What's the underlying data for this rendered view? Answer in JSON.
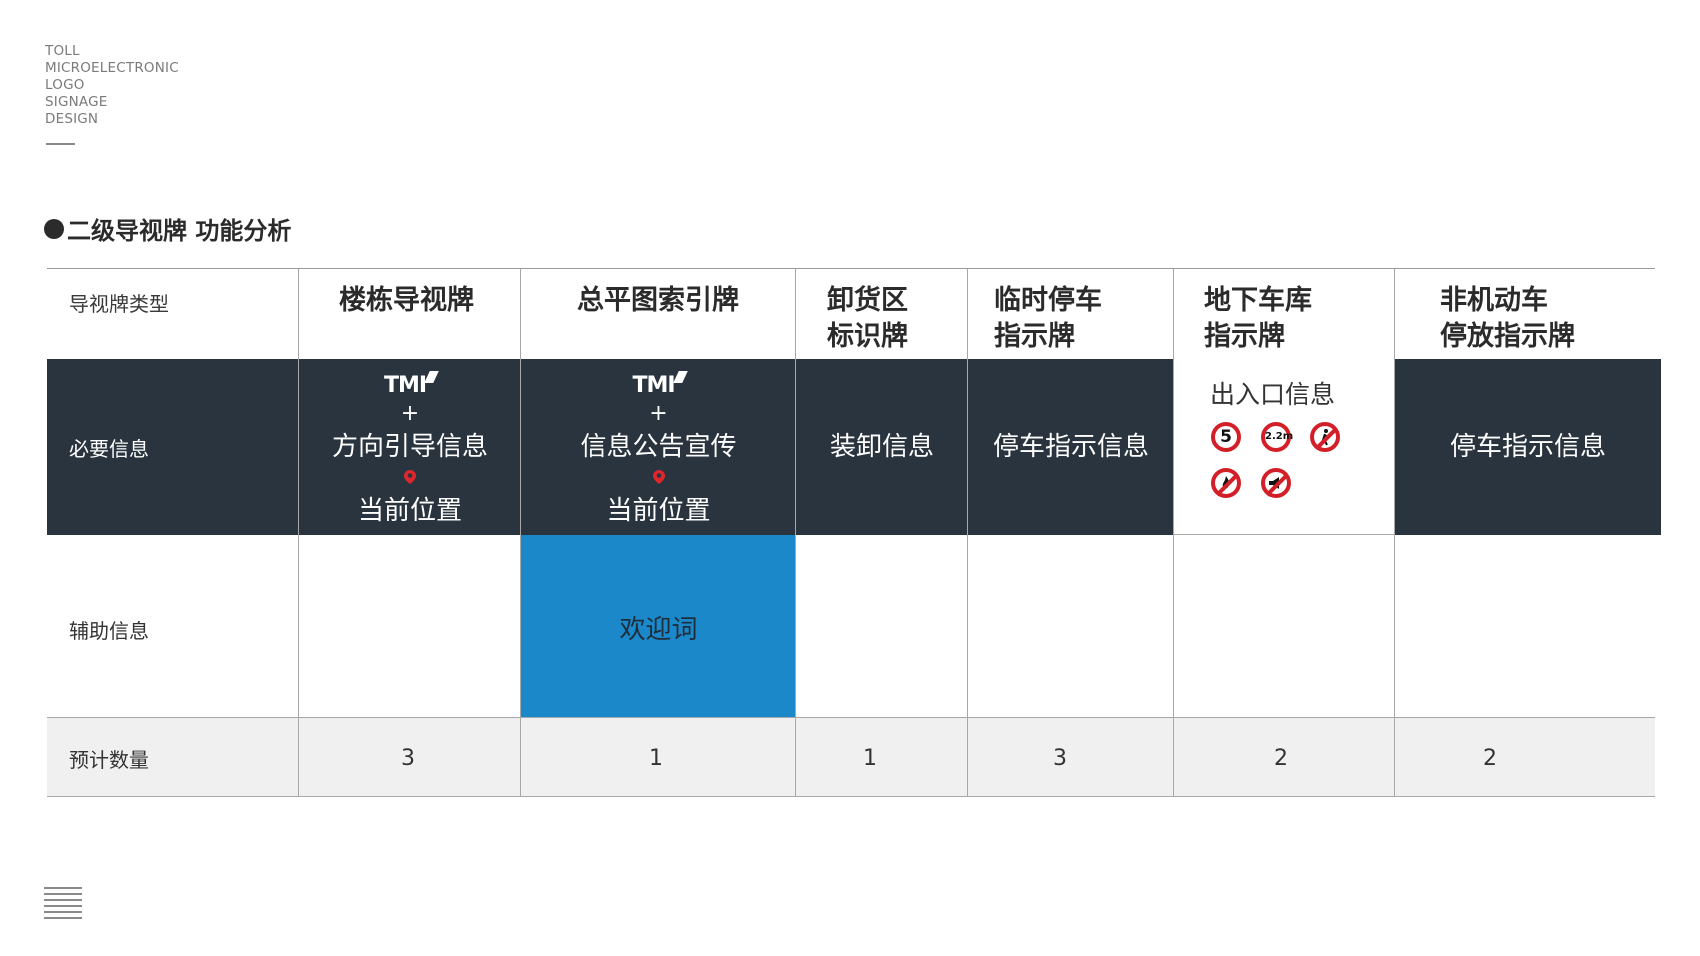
{
  "brand": {
    "lines": [
      "TOLL",
      "MICROELECTRONIC",
      "LOGO",
      "SIGNAGE",
      "DESIGN"
    ]
  },
  "section": {
    "title": "二级导视牌 功能分析"
  },
  "table": {
    "row_header_label": "导视牌类型",
    "columns": [
      {
        "title_lines": [
          "楼栋导视牌"
        ]
      },
      {
        "title_lines": [
          "总平图索引牌"
        ]
      },
      {
        "title_lines": [
          "卸货区",
          "标识牌"
        ]
      },
      {
        "title_lines": [
          "临时停车",
          "指示牌"
        ]
      },
      {
        "title_lines": [
          "地下车库",
          "指示牌"
        ]
      },
      {
        "title_lines": [
          "非机动车",
          "停放指示牌"
        ]
      }
    ],
    "required": {
      "label": "必要信息",
      "c1": {
        "logo": "TMI",
        "plus": "+",
        "line1": "方向引导信息",
        "line2": "当前位置"
      },
      "c2": {
        "logo": "TMI",
        "plus": "+",
        "line1": "信息公告宣传",
        "line2": "当前位置"
      },
      "c3": "装卸信息",
      "c4": "停车指示信息",
      "c5": {
        "title": "出入口信息",
        "signs": [
          "5",
          "2.2m",
          "no-pedestrian-icon",
          "no-fire-icon",
          "no-horn-icon"
        ]
      },
      "c6": "停车指示信息"
    },
    "aux": {
      "label": "辅助信息",
      "c2": "欢迎词"
    },
    "count": {
      "label": "预计数量",
      "values": [
        "3",
        "1",
        "1",
        "3",
        "2",
        "2"
      ]
    }
  },
  "colors": {
    "dark": "#29343e",
    "blue": "#1b89c9",
    "gray": "#f0f0f0",
    "red": "#d32028"
  }
}
